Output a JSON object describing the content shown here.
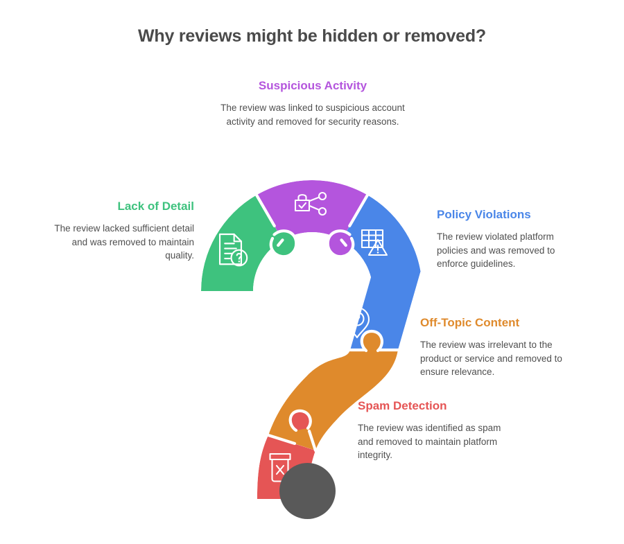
{
  "header": {
    "title": "Why reviews might be hidden or removed?"
  },
  "colors": {
    "title_text": "#4a4a4a",
    "body_text": "#4f4f4f",
    "green": "#3EC27E",
    "purple": "#B455DD",
    "blue": "#4A86E8",
    "orange": "#DF8A2C",
    "red": "#E55555",
    "dot_gray": "#595959",
    "background": "#ffffff"
  },
  "sections": [
    {
      "id": "suspicious-activity",
      "title": "Suspicious Activity",
      "body": "The review was linked to suspicious account activity and removed for security reasons.",
      "color": "#B455DD",
      "icon": "lock-share-icon",
      "piece": "top-center"
    },
    {
      "id": "lack-of-detail",
      "title": "Lack of Detail",
      "body": "The review lacked sufficient detail and was removed to maintain quality.",
      "color": "#3EC27E",
      "icon": "document-question-icon",
      "piece": "top-left"
    },
    {
      "id": "policy-violations",
      "title": "Policy Violations",
      "body": "The review violated platform policies and was removed to enforce guidelines.",
      "color": "#4A86E8",
      "icon": "grid-warning-icon",
      "piece": "top-right"
    },
    {
      "id": "off-topic-content",
      "title": "Off-Topic Content",
      "body": "The review was irrelevant to the product or service and removed to ensure relevance.",
      "color": "#DF8A2C",
      "icon": "map-pin-question-icon",
      "piece": "stem-upper"
    },
    {
      "id": "spam-detection",
      "title": "Spam Detection",
      "body": "The review was identified as spam and removed to maintain platform integrity.",
      "color": "#E55555",
      "icon": "trash-x-icon",
      "piece": "stem-lower"
    }
  ],
  "graphic": {
    "name": "question-mark-puzzle",
    "dot": {
      "name": "question-mark-dot",
      "color": "#595959"
    }
  }
}
